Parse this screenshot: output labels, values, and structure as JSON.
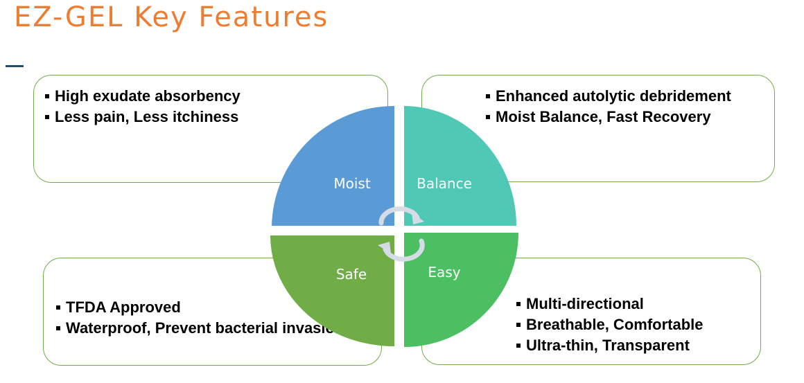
{
  "title": "EZ-GEL Key Features",
  "colors": {
    "title": "#ED7D31",
    "box_border": "#70AD47",
    "moist": "#5B9BD5",
    "balance": "#4FC8B6",
    "safe": "#70AD47",
    "easy": "#4CBF62",
    "cycle_arrows": "#D6DCE5",
    "accent_dash": "#1F4E79"
  },
  "quadrants": {
    "moist": "Moist",
    "balance": "Balance",
    "safe": "Safe",
    "easy": "Easy"
  },
  "icons": [
    "cycle-arrows-icon"
  ],
  "boxes": {
    "top_left": {
      "items": [
        "High exudate absorbency",
        "Less pain, Less itchiness"
      ]
    },
    "top_right": {
      "items": [
        "Enhanced autolytic debridement",
        "Moist Balance, Fast Recovery"
      ]
    },
    "bottom_left": {
      "items": [
        "TFDA Approved",
        "Waterproof, Prevent bacterial invasion"
      ]
    },
    "bottom_right": {
      "items": [
        "Multi-directional",
        "Breathable, Comfortable",
        "Ultra-thin,  Transparent"
      ]
    }
  }
}
